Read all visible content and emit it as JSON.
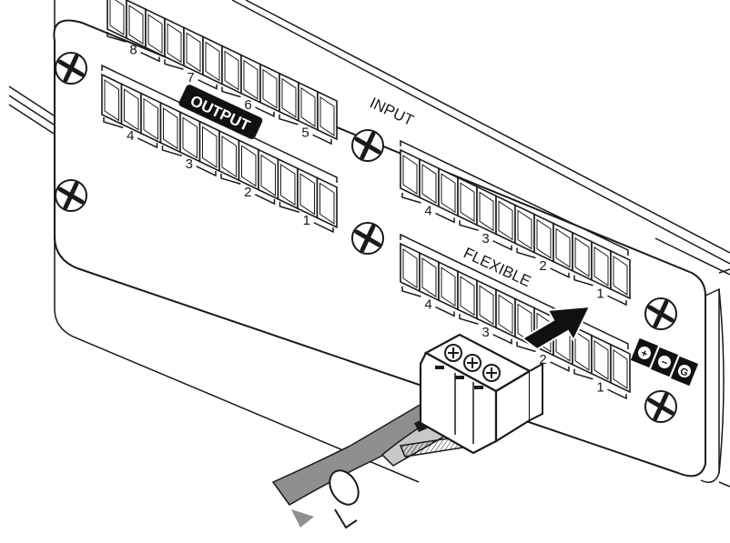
{
  "labels": {
    "input": "INPUT",
    "output": "OUTPUT",
    "flexible": "FLEXIBLE"
  },
  "output_group_numbers": {
    "upper": [
      "8",
      "7",
      "6",
      "5"
    ],
    "lower": [
      "4",
      "3",
      "2",
      "1"
    ]
  },
  "input_group_numbers": [
    "4",
    "3",
    "2",
    "1"
  ],
  "flexible_group_numbers": [
    "4",
    "3",
    "2",
    "1"
  ],
  "power_terminal_symbols": [
    "+",
    "−",
    "G"
  ],
  "icons": {
    "screw": "phillips-screw-icon",
    "arrow": "insertion-arrow-icon",
    "connector": "euroblock-plug-icon"
  },
  "colors": {
    "line": "#1a1a1a",
    "label_bg": "#111111",
    "cable_gray": "#8f8f8f",
    "cable_light": "#c8c8c8",
    "white": "#ffffff"
  }
}
